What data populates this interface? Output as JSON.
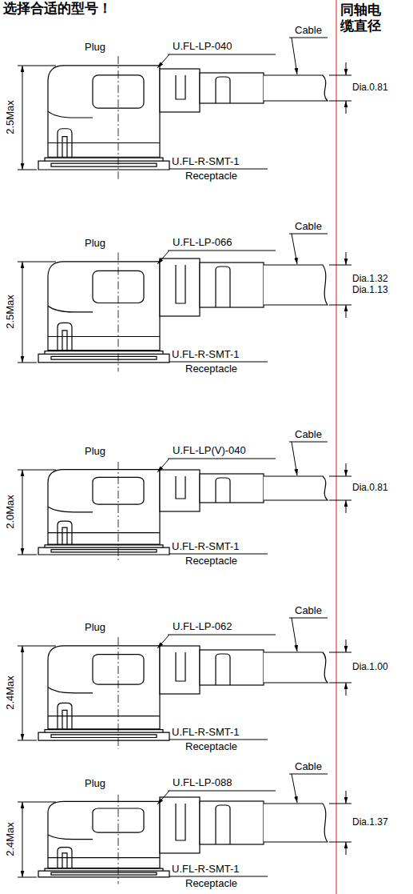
{
  "diagram": {
    "title": "选择合适的型号！",
    "labels": [
      "同轴电缆直径",
      "Plug",
      "U.FL-LP-040",
      "Cable",
      "Dia.0.81",
      "2.5Max",
      "U.FL-R-SMT-1",
      "Receptacle",
      "Cable",
      "Plug",
      "U.FL-LP-066",
      "Dia.1.32",
      "Dia.1.13",
      "2.5Max",
      "U.FL-R-SMT-1",
      "Receptacle",
      "Cable",
      "Plug",
      "U.FL-LP(V)-040",
      "Dia.0.81",
      "2.0Max",
      "U.FL-R-SMT-1",
      "Receptacle",
      "Cable",
      "Plug",
      "U.FL-LP-062",
      "Dia.1.00",
      "2.4Max",
      "U.FL-R-SMT-1",
      "Receptacle",
      "Cable",
      "Plug",
      "U.FL-LP-088",
      "Dia.1.37",
      "2.4Max",
      "U.FL-R-SMT-1",
      "Receptacle"
    ]
  }
}
